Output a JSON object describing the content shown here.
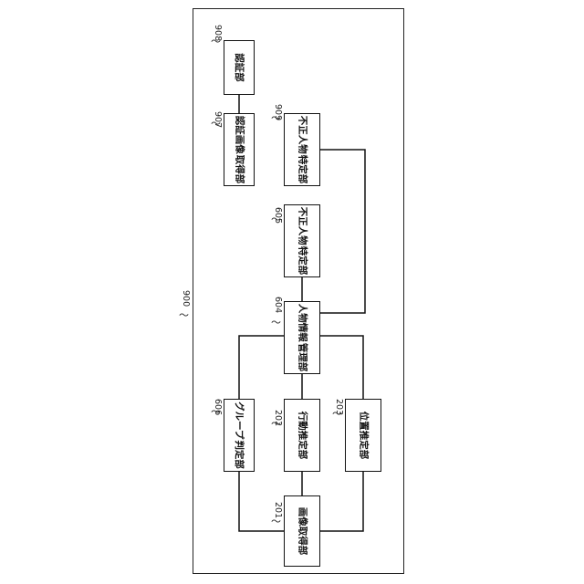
{
  "figure": {
    "outer_ref": "900",
    "blocks": {
      "b908": {
        "ref": "908",
        "lines": [
          "認証部"
        ]
      },
      "b907": {
        "ref": "907",
        "lines": [
          "認証画像",
          "取得部"
        ]
      },
      "b909": {
        "ref": "909",
        "lines": [
          "不正人物",
          "特定部"
        ]
      },
      "b605": {
        "ref": "605",
        "lines": [
          "不正人物",
          "特定部"
        ]
      },
      "b604": {
        "ref": "604",
        "lines": [
          "人物情報",
          "管理部"
        ]
      },
      "b606": {
        "ref": "606",
        "lines": [
          "グループ",
          "判定部"
        ]
      },
      "b202": {
        "ref": "202",
        "lines": [
          "行動推定部"
        ]
      },
      "b203": {
        "ref": "203",
        "lines": [
          "位置推定部"
        ]
      },
      "b201": {
        "ref": "201",
        "lines": [
          "画像取得部"
        ]
      }
    },
    "connections": [
      [
        "b908",
        "b907"
      ],
      [
        "b604",
        "b909"
      ],
      [
        "b604",
        "b605"
      ],
      [
        "b604",
        "b606"
      ],
      [
        "b604",
        "b202"
      ],
      [
        "b604",
        "b203"
      ],
      [
        "b606",
        "b201"
      ],
      [
        "b202",
        "b201"
      ],
      [
        "b203",
        "b201"
      ]
    ]
  }
}
